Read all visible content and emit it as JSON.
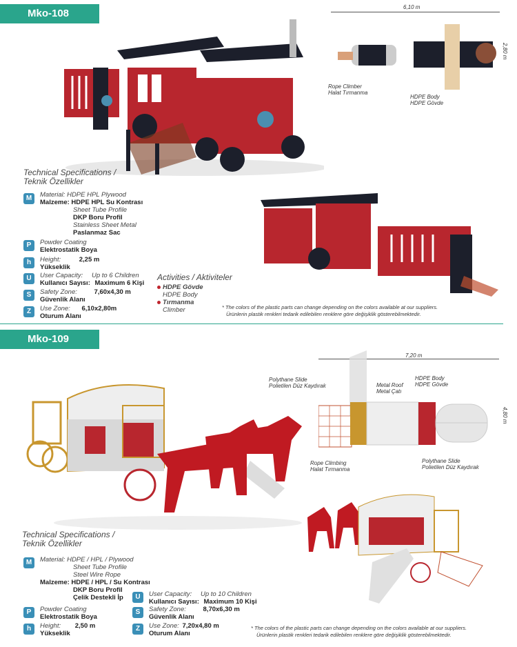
{
  "mko108": {
    "tag": "Mko-108",
    "spec_title_1": "Technical Specifications /",
    "spec_title_2": "Teknik Özellikler",
    "material_en": "Material:",
    "material_en_val": "HDPE  HPL  Plywood",
    "material_tr": "Malzeme:",
    "material_tr_val": "HDPE  HPL  Su Kontrası",
    "material_en_2": "Sheet Tube Profile",
    "material_tr_2": "DKP Boru Profil",
    "material_en_3": "Stainless Sheet Metal",
    "material_tr_3": "Paslanmaz Sac",
    "coating_en": "Powder Coating",
    "coating_tr": "Elektrostatik Boya",
    "height_en": "Height:",
    "height_tr": "Yükseklik",
    "height_val": "2,25 m",
    "capacity_en": "User Capacity:",
    "capacity_tr": "Kullanıcı Sayısı:",
    "capacity_en_val": "Up to 6 Children",
    "capacity_tr_val": "Maximum 6 Kişi",
    "safety_en": "Safety Zone:",
    "safety_tr": "Güvenlik Alanı",
    "safety_val": "7,60x4,30 m",
    "use_en": "Use Zone:",
    "use_tr": "Oturum Alanı",
    "use_val": "6,10x2,80m",
    "activities_title": "Activities / Aktiviteler",
    "act1_tr": "HDPE Gövde",
    "act1_en": "HDPE Body",
    "act2_tr": "Tırmanma",
    "act2_en": "Climber",
    "note_1": "* The colors of the plastic parts can change depending on the colors available at our suppliers.",
    "note_2": "Ürünlerin plastik renkleri tedarik edilebilen renklere göre değişiklik gösterebilmektedir.",
    "dim_width": "6,10 m",
    "dim_height": "2,80 m",
    "lbl_rope_1": "Rope Climber",
    "lbl_rope_2": "Halat Tırmanma",
    "lbl_body_1": "HDPE Body",
    "lbl_body_2": "HDPE Gövde"
  },
  "mko109": {
    "tag": "Mko-109",
    "spec_title_1": "Technical Specifications /",
    "spec_title_2": "Teknik Özellikler",
    "material_en": "Material:",
    "material_en_val": "HDPE / HPL / Plywood",
    "material_en_2": "Sheet Tube Profile",
    "material_en_3": "Steel Wire Rope",
    "material_tr": "Malzeme:",
    "material_tr_val": "HDPE / HPL / Su Kontrası",
    "material_tr_2": "DKP Boru Profil",
    "material_tr_3": "Çelik Destekli İp",
    "coating_en": "Powder Coating",
    "coating_tr": "Elektrostatik Boya",
    "height_en": "Height:",
    "height_tr": "Yükseklik",
    "height_val": "2,50 m",
    "capacity_en": "User Capacity:",
    "capacity_tr": "Kullanıcı Sayısı:",
    "capacity_en_val": "Up to 10 Children",
    "capacity_tr_val": "Maximum 10 Kişi",
    "safety_en": "Safety Zone:",
    "safety_tr": "Güvenlik Alanı",
    "safety_val": "8,70x6,30 m",
    "use_en": "Use Zone:",
    "use_tr": "Oturum Alanı",
    "use_val": "7,20x4,80 m",
    "note_1": "* The colors of the plastic parts can change depending on the colors available at our suppliers.",
    "note_2": "Ürünlerin plastik renkleri tedarik edilebilen renklere göre değişiklik gösterebilmektedir.",
    "dim_width": "7,20 m",
    "dim_height": "4,80 m",
    "lbl_slide_1": "Polythane Slide",
    "lbl_slide_2": "Polietilen Düz Kaydırak",
    "lbl_roof_1": "Metal Roof",
    "lbl_roof_2": "Metal Çatı",
    "lbl_body_1": "HDPE Body",
    "lbl_body_2": "HDPE Gövde",
    "lbl_rope_1": "Rope Climbing",
    "lbl_rope_2": "Halat Tırmanma",
    "lbl_slide2_1": "Polythane Slide",
    "lbl_slide2_2": "Polietilen Düz Kaydırak"
  },
  "colors": {
    "accent": "#2aa58c",
    "red": "#b8262e",
    "dark": "#1c1f2b",
    "icon": "#3a8fb7"
  }
}
